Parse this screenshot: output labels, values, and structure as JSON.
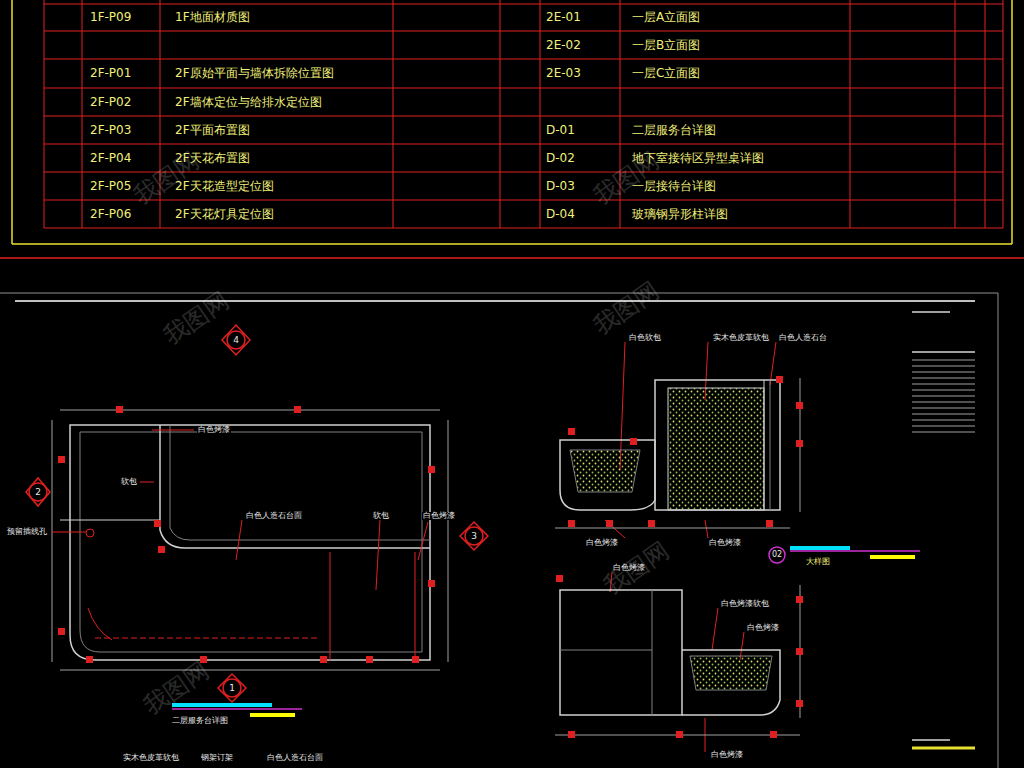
{
  "diagram": {
    "labels": [
      "1F-P09",
      "1F地面材质图",
      "2F-P01",
      "2F原始平面与墙体拆除位置图",
      "2F-P02",
      "2F墙体定位与给排水定位图",
      "2F-P03",
      "2F平面布置图",
      "2F-P04",
      "2F天花布置图",
      "2F-P05",
      "2F天花造型定位图",
      "2F-P06",
      "2F天花灯具定位图",
      "2E-01",
      "一层A立面图",
      "2E-02",
      "一层B立面图",
      "2E-03",
      "一层C立面图",
      "D-01",
      "二层服务台详图",
      "D-02",
      "地下室接待区异型桌详图",
      "D-03",
      "一层接待台详图",
      "D-04",
      "玻璃钢异形柱详图",
      "白色烤漆",
      "软包",
      "预留插线孔",
      "白色人造石台面",
      "软包",
      "白色烤漆",
      "二层服务台详图",
      "白色软包",
      "实木色皮革软包",
      "白色人造石台",
      "白色烤漆",
      "白色烤漆",
      "大样图",
      "白色烤漆",
      "白色烤漆软包",
      "白色烤漆",
      "白色烤漆",
      "实木色皮革软包",
      "钢架订架",
      "白色人造石台面",
      "4",
      "2",
      "3",
      "1",
      "02",
      "我图网",
      "我图网",
      "我图网",
      "我图网",
      "我图网",
      "我图网"
    ]
  }
}
